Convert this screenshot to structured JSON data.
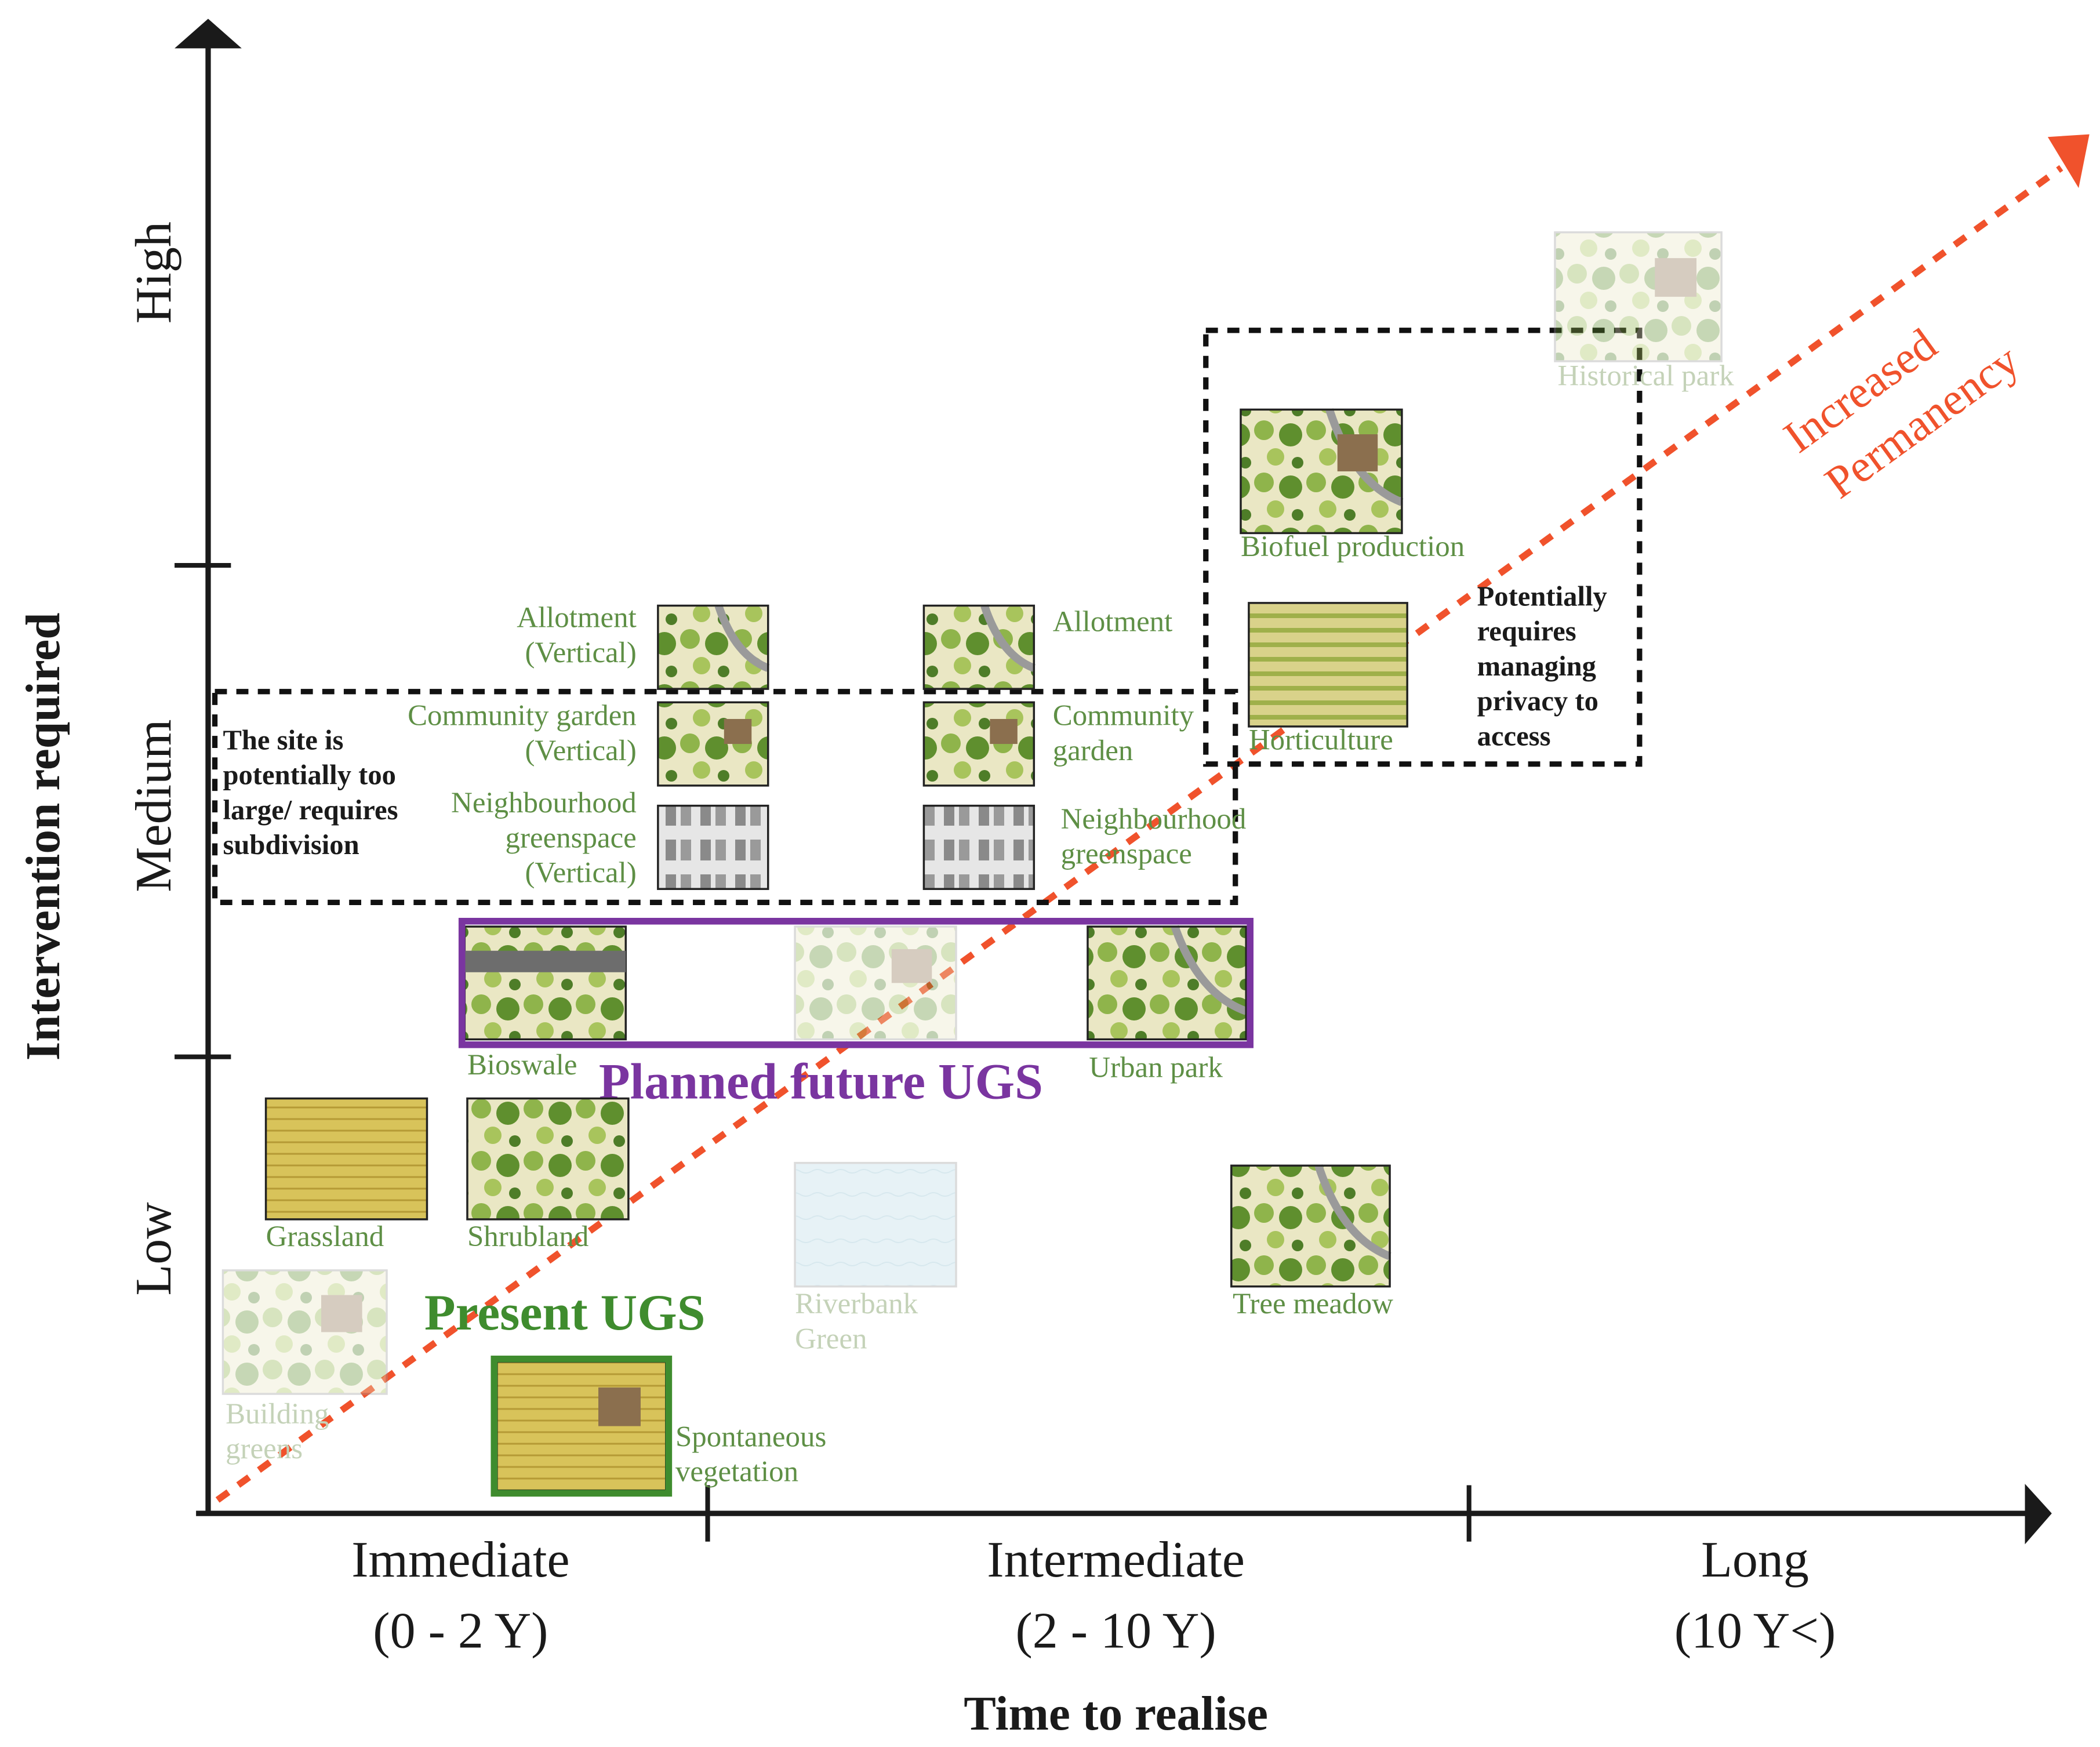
{
  "axes": {
    "y_title": "Intervention required",
    "x_title": "Time to realise",
    "y_levels": [
      "Low",
      "Medium",
      "High"
    ],
    "x_periods": [
      {
        "name": "Immediate",
        "range": "(0 - 2 Y)"
      },
      {
        "name": "Intermediate",
        "range": "(2 - 10 Y)"
      },
      {
        "name": "Long",
        "range": "(10 Y<)"
      }
    ]
  },
  "trend": {
    "label_line1": "Increased",
    "label_line2": "Permanency",
    "color": "#f0522c"
  },
  "groups": {
    "present": {
      "label": "Present UGS",
      "color": "#3f8c2e"
    },
    "planned": {
      "label": "Planned future UGS",
      "color": "#7a35a0"
    }
  },
  "notes": {
    "subdivision": [
      "The site is",
      "potentially too",
      "large/ requires",
      "subdivision"
    ],
    "privacy": [
      "Potentially",
      "requires",
      "managing",
      "privacy to",
      "access"
    ]
  },
  "items": {
    "allotment_vertical": [
      "Allotment",
      "(Vertical)"
    ],
    "community_garden_vertical": [
      "Community garden",
      "(Vertical)"
    ],
    "neighbourhood_greenspace_vertical": [
      "Neighbourhood",
      "greenspace",
      "(Vertical)"
    ],
    "allotment": [
      "Allotment"
    ],
    "community_garden": [
      "Community",
      "garden"
    ],
    "neighbourhood_greenspace": [
      "Neighbourhood",
      "greenspace"
    ],
    "biofuel_production": [
      "Biofuel production"
    ],
    "horticulture": [
      "Horticulture"
    ],
    "historical_park": [
      "Historical park"
    ],
    "bioswale": [
      "Bioswale"
    ],
    "urban_park": [
      "Urban park"
    ],
    "grassland": [
      "Grassland"
    ],
    "shrubland": [
      "Shrubland"
    ],
    "riverbank_green": [
      "Riverbank",
      "Green"
    ],
    "tree_meadow": [
      "Tree meadow"
    ],
    "building_greens": [
      "Building",
      "greens"
    ],
    "spontaneous_vegetation": [
      "Spontaneous",
      "vegetation"
    ]
  },
  "colors": {
    "label_green": "#5e8f45",
    "faded_label": "#c4d2b8",
    "axis": "#1a1a1a",
    "planned_border": "#7a35a0",
    "present_border": "#3f8c2e"
  }
}
